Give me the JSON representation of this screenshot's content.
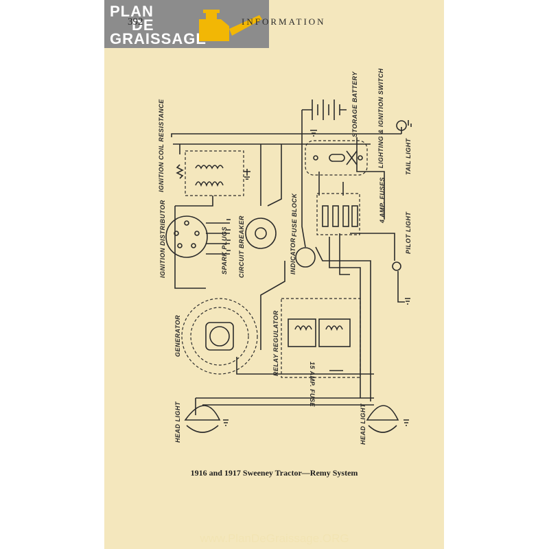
{
  "logo": {
    "line1": "PLAN",
    "line2": "DE",
    "line3": "GRAISSAGE"
  },
  "page_number": "392",
  "header": "INFORMATION",
  "labels": {
    "ignition_coil_resistance": "IGNITION COIL RESISTANCE",
    "storage_battery": "STORAGE BATTERY",
    "lighting_ignition_switch": "LIGHTING & IGNITION SWITCH",
    "tail_light": "TAIL LIGHT",
    "ignition_distributor": "IGNITION DISTRIBUTOR",
    "spark_plugs": "SPARK PLUGS",
    "circuit_breaker": "CIRCUIT BREAKER",
    "fuse_block": "FUSE BLOCK",
    "amp_fuses_4": "4 AMP. FUSES",
    "pilot_light": "PILOT LIGHT",
    "indicator": "INDICATOR",
    "generator": "GENERATOR",
    "relay_regulator": "RELAY REGULATOR",
    "amp_fuse_15": "15 AMP. FUSE",
    "head_light_left": "HEAD LIGHT",
    "head_light_right": "HEAD LIGHT"
  },
  "caption": "1916 and 1917 Sweeney Tractor—Remy System",
  "footer": "www.PlanDeGraissage.ORG"
}
